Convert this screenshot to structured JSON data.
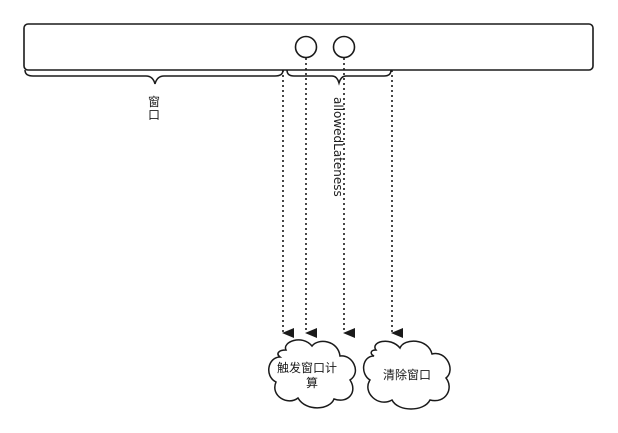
{
  "labels": {
    "window": "窗口",
    "allowed_lateness": "allowedLateness",
    "trigger_compute": "触发窗口计算",
    "clear_window": "清除窗口"
  }
}
